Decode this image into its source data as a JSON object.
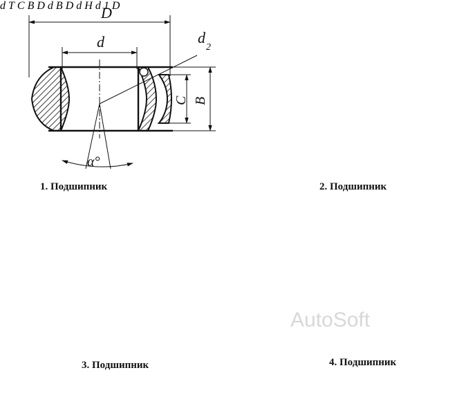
{
  "figures": [
    {
      "caption": "1. Подшипник",
      "labels": {
        "outer_d": "D",
        "inner_d": "d",
        "ball_d": "d",
        "ball_d_sub": "2",
        "width_c": "C",
        "width_b": "B",
        "angle": "α°"
      }
    },
    {
      "caption": "2. Подшипник",
      "labels": {
        "inner_d": "d",
        "outer_d": "D",
        "height_t": "T",
        "width_c": "C",
        "width_b": "B"
      }
    },
    {
      "caption": "3. Подшипник",
      "labels": {
        "inner_d": "d",
        "outer_d": "D",
        "width_b": "B"
      }
    },
    {
      "caption": "4. Подшипник",
      "labels": {
        "inner_d": "d",
        "inner_d1": "d",
        "inner_d1_sub": "1",
        "outer_d": "D",
        "height_h": "H"
      }
    }
  ],
  "watermark": "AutoSoft"
}
